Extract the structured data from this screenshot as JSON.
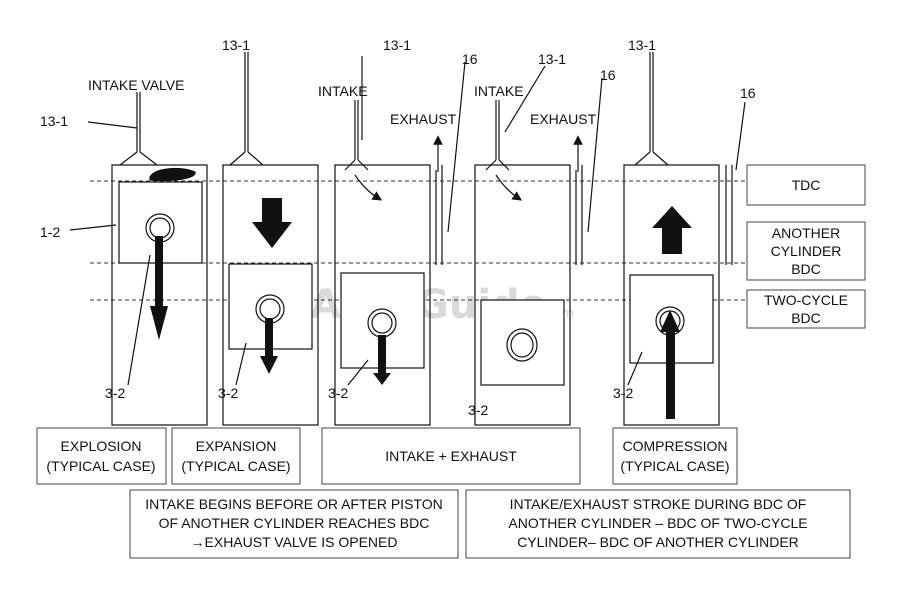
{
  "labels": {
    "intake_valve": "INTAKE VALVE",
    "intake": "INTAKE",
    "exhaust": "EXHAUST",
    "ref_valve": "13-1",
    "ref_exhaust_valve": "16",
    "ref_head": "1-2",
    "ref_piston": "3-2"
  },
  "side_boxes": {
    "tdc": "TDC",
    "another_bdc": [
      "ANOTHER",
      "CYLINDER",
      "BDC"
    ],
    "two_cycle_bdc": [
      "TWO-CYCLE",
      "BDC"
    ]
  },
  "stroke_boxes": {
    "explosion": [
      "EXPLOSION",
      "(TYPICAL CASE)"
    ],
    "expansion": [
      "EXPANSION",
      "(TYPICAL CASE)"
    ],
    "intake_exhaust": "INTAKE + EXHAUST",
    "compression": [
      "COMPRESSION",
      "(TYPICAL CASE)"
    ]
  },
  "notes": {
    "left": [
      "INTAKE BEGINS BEFORE OR AFTER PISTON",
      "OF ANOTHER CYLINDER REACHES BDC",
      "→EXHAUST VALVE IS OPENED"
    ],
    "right": [
      "INTAKE/EXHAUST STROKE DURING BDC OF",
      "ANOTHER CYLINDER – BDC OF TWO-CYCLE",
      "CYLINDER– BDC OF ANOTHER CYLINDER"
    ]
  },
  "watermark": {
    "main": "AutoGuide",
    "suffix": ".com"
  }
}
